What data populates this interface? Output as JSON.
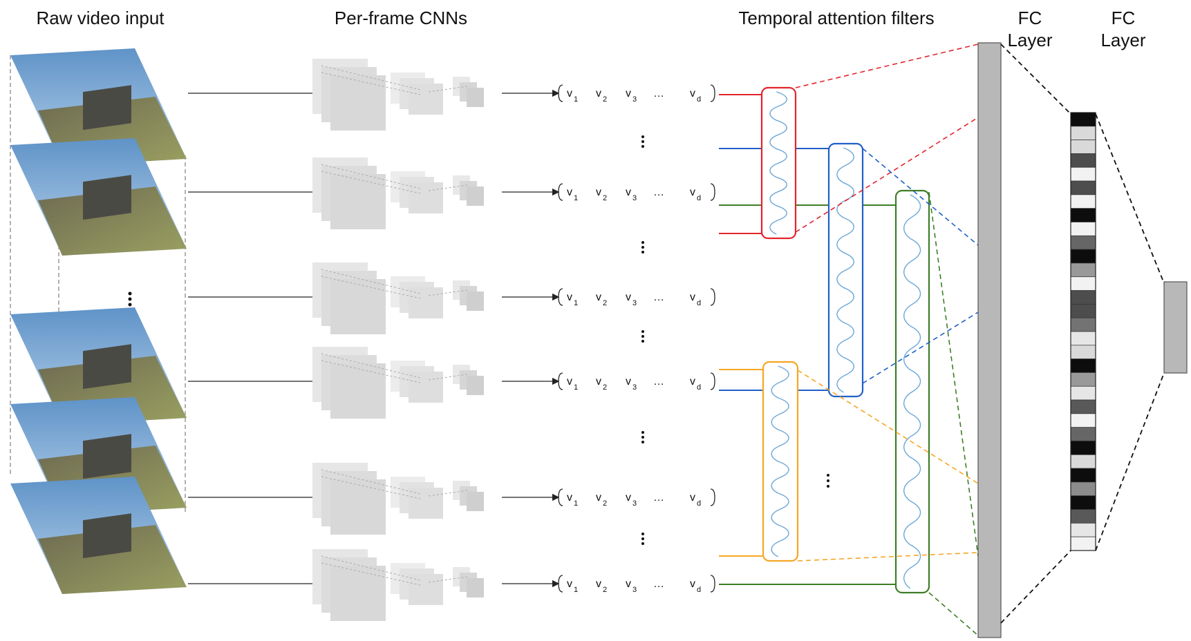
{
  "headers": {
    "raw_video": "Raw video input",
    "per_frame_cnns": "Per-frame CNNs",
    "temporal_filters": "Temporal attention filters",
    "fc1_line1": "FC",
    "fc1_line2": "Layer",
    "fc2_line1": "FC",
    "fc2_line2": "Layer"
  },
  "vector": {
    "v1": "v",
    "s1": "1",
    "v2": "v",
    "s2": "2",
    "v3": "v",
    "s3": "3",
    "ellipsis": "…",
    "vd": "v",
    "sd": "d"
  },
  "colors": {
    "red": "#e3242b",
    "blue": "#1f5fc8",
    "green": "#3d7d26",
    "orange": "#f5a623",
    "gaussian": "#6aa6d6",
    "fc_gray": "#b8b8b8"
  },
  "fc_pattern": [
    0.05,
    0.85,
    0.85,
    0.3,
    0.95,
    0.3,
    0.95,
    0.05,
    0.95,
    0.4,
    0.05,
    0.6,
    0.95,
    0.3,
    0.3,
    0.45,
    0.9,
    0.85,
    0.05,
    0.6,
    0.9,
    0.35,
    0.95,
    0.4,
    0.05,
    0.85,
    0.05,
    0.55,
    0.05,
    0.35,
    0.9,
    0.95
  ]
}
